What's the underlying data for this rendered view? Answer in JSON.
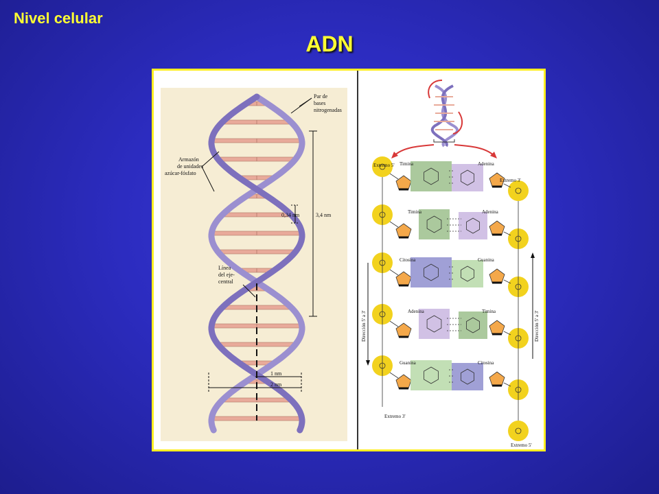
{
  "header": {
    "subtitle": "Nivel celular",
    "title": "ADN"
  },
  "colors": {
    "background": "#2c2cc0",
    "title": "#ffff33",
    "frame_border": "#ffee22",
    "helix_backbone": "#9b8fd0",
    "base_pair": "#e8aa9a",
    "phosphate": "#f2d21e",
    "sugar": "#f4a84a",
    "thymine_box": "#9cbf8c",
    "adenine_box": "#c9b6e0",
    "cytosine_box": "#8f8fcf",
    "guanine_box": "#b7d9a8"
  },
  "left_panel": {
    "labels": {
      "base_pair_1": "Par de",
      "base_pair_2": "bases",
      "base_pair_3": "nitrogenadas",
      "backbone_1": "Armazón",
      "backbone_2": "de unidades",
      "backbone_3": "azúcar-fósfato",
      "axis_1": "Línea",
      "axis_2": "del eje-",
      "axis_3": "central",
      "rise": "0,34 nm",
      "pitch": "3,4 nm",
      "radius": "1 nm",
      "diameter": "2 nm"
    }
  },
  "right_panel": {
    "labels": {
      "end5_top": "Extremo 5'",
      "end3_top": "Extremo 3'",
      "end3_bottom": "Extremo 3'",
      "end5_bottom": "Extremo 5'",
      "dir_left": "Dirección 5' a 3'",
      "dir_right": "Dirección 5' a 3'"
    },
    "pairs": [
      {
        "left": "Timina",
        "right": "Adenina"
      },
      {
        "left": "Timina",
        "right": "Adenina"
      },
      {
        "left": "Citosina",
        "right": "Guanina"
      },
      {
        "left": "Adenina",
        "right": "Timina"
      },
      {
        "left": "Guanina",
        "right": "Citosina"
      }
    ]
  }
}
